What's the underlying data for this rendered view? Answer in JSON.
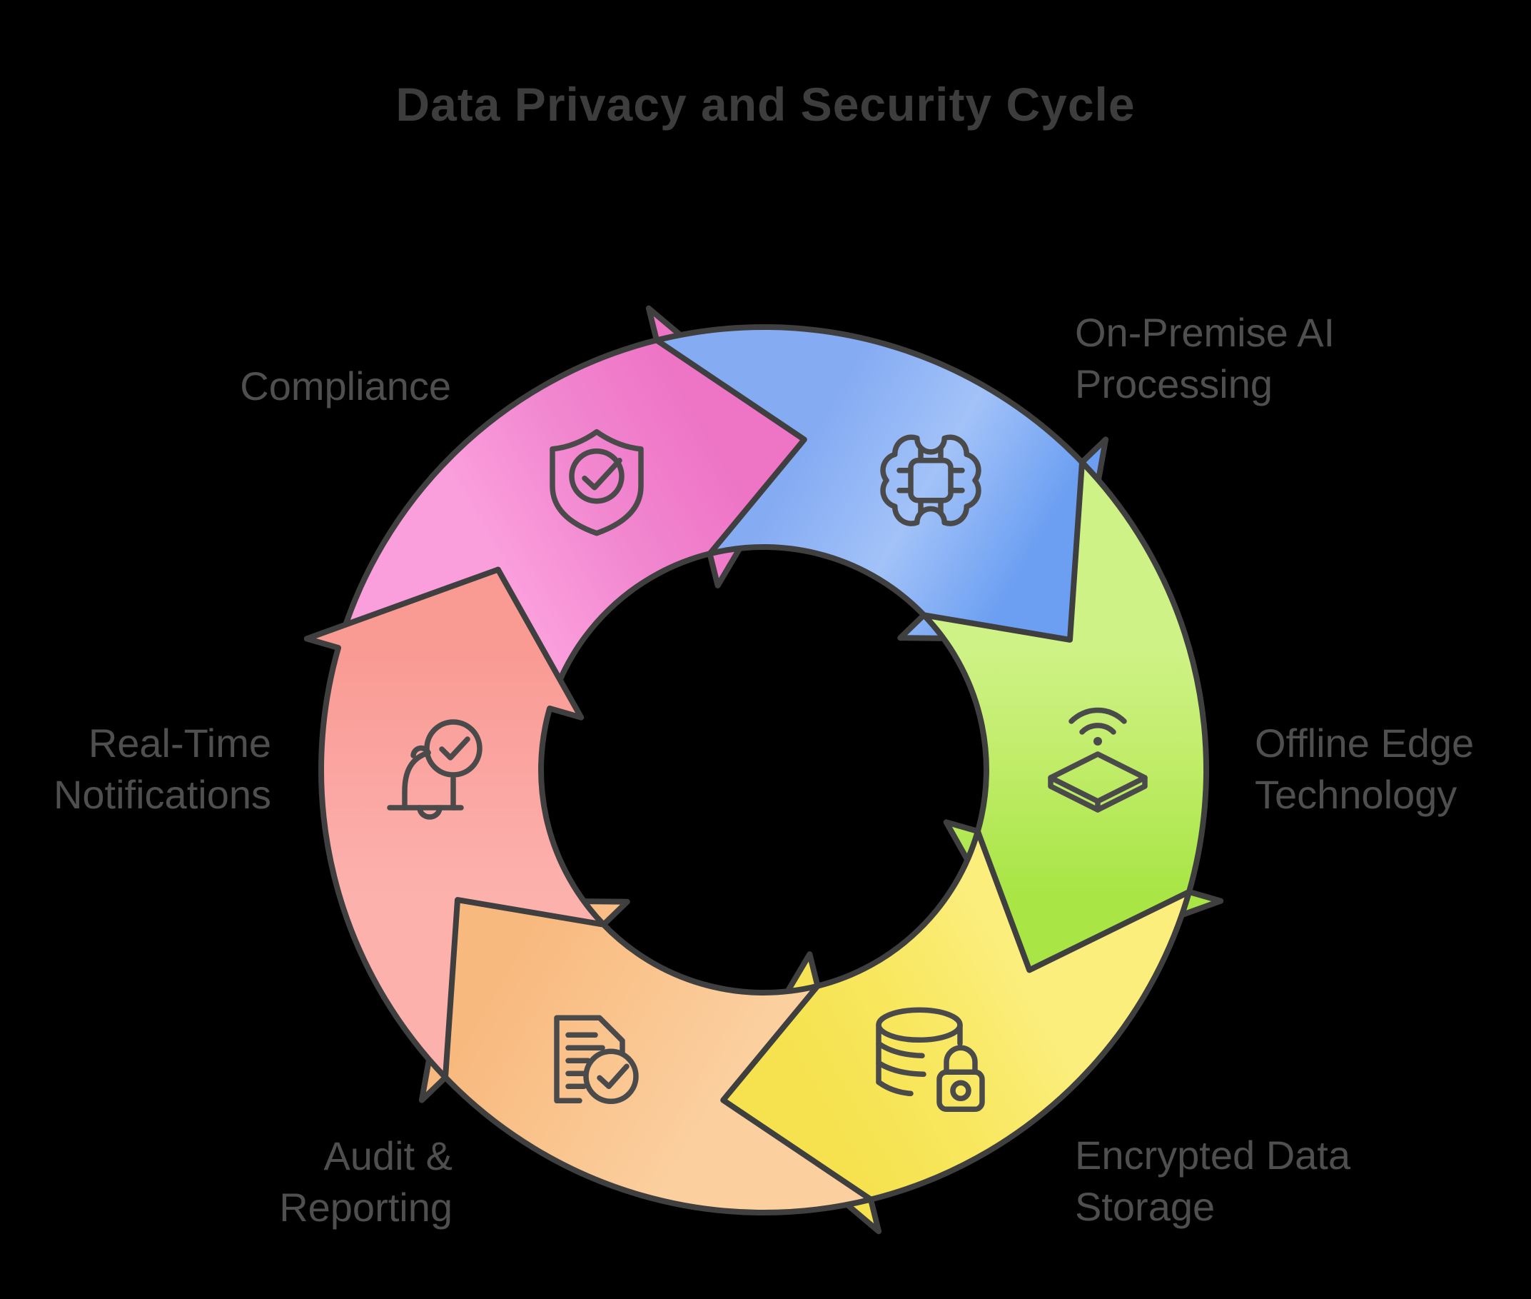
{
  "title": {
    "text": "Data Privacy and Security Cycle"
  },
  "colors": {
    "background": "#000000",
    "arrow_outline": "#3F3F3F",
    "icon_stroke": "#4A4A4A",
    "title_text": "#3D3D3D",
    "label_text": "#4F4F4F"
  },
  "cycle": {
    "type": "cycle-diagram",
    "direction": "clockwise",
    "segment_count": 6,
    "steps": [
      {
        "id": "compliance",
        "label": "Compliance",
        "label_lines": [
          "Compliance"
        ],
        "icon": "shield-check-icon",
        "start_angle": 300,
        "color_stops": [
          "#FB9EDC",
          "#F186CF",
          "#EE74C6"
        ]
      },
      {
        "id": "on-premise-ai-processing",
        "label": "On-Premise AI Processing",
        "label_lines": [
          "On-Premise AI",
          "Processing"
        ],
        "icon": "brain-chip-icon",
        "start_angle": 0,
        "color_stops": [
          "#85ABF3",
          "#A2C2F8",
          "#6C9FF2"
        ]
      },
      {
        "id": "offline-edge-technology",
        "label": "Offline Edge Technology",
        "label_lines": [
          "Offline Edge",
          "Technology"
        ],
        "icon": "edge-device-wifi-icon",
        "start_angle": 60,
        "color_stops": [
          "#CFF287",
          "#BFEC67",
          "#A8E545"
        ]
      },
      {
        "id": "encrypted-data-storage",
        "label": "Encrypted Data Storage",
        "label_lines": [
          "Encrypted Data",
          "Storage"
        ],
        "icon": "database-lock-icon",
        "start_angle": 120,
        "color_stops": [
          "#FBEE7D",
          "#F8E75F",
          "#F6E24E"
        ]
      },
      {
        "id": "audit-reporting",
        "label": "Audit & Reporting",
        "label_lines": [
          "Audit &",
          "Reporting"
        ],
        "icon": "document-check-icon",
        "start_angle": 180,
        "color_stops": [
          "#FBCF9E",
          "#FAC48E",
          "#F8B97E"
        ]
      },
      {
        "id": "real-time-notifications",
        "label": "Real-Time Notifications",
        "label_lines": [
          "Real-Time",
          "Notifications"
        ],
        "icon": "bell-check-icon",
        "start_angle": 240,
        "color_stops": [
          "#FCB1AD",
          "#FBA5A1",
          "#F99A93"
        ]
      }
    ]
  }
}
